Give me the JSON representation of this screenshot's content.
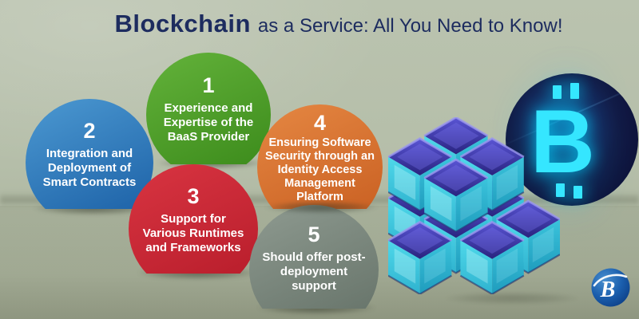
{
  "title": {
    "brand": "Blockchain",
    "tagline": "as a Service: All You Need to Know!"
  },
  "steps": [
    {
      "number": "1",
      "label": "Experience and\nExpertise of the\nBaaS Provider",
      "color_light": "#5fae37",
      "color_dark": "#3e8d1d"
    },
    {
      "number": "2",
      "label": "Integration and\nDeployment of\nSmart Contracts",
      "color_light": "#4793cd",
      "color_dark": "#1e63a8"
    },
    {
      "number": "3",
      "label": "Support for\nVarious Runtimes\nand Frameworks",
      "color_light": "#d5323f",
      "color_dark": "#b91e2c"
    },
    {
      "number": "4",
      "label": "Ensuring Software\nSecurity through an\nIdentity Access\nManagement\nPlatform",
      "color_light": "#e2833f",
      "color_dark": "#ca6123"
    },
    {
      "number": "5",
      "label": "Should offer post-\ndeployment\nsupport",
      "color_light": "#8a968c",
      "color_dark": "#67746a"
    }
  ],
  "illustration": {
    "bitcoin_letter": "B",
    "coin_color": "#0c1240",
    "glow_color": "#35e6ff",
    "cube_top_color": "#3a35a8",
    "cube_face_color": "#3fcbe0"
  },
  "logo": {
    "letter": "B",
    "color": "#1b5fae"
  }
}
